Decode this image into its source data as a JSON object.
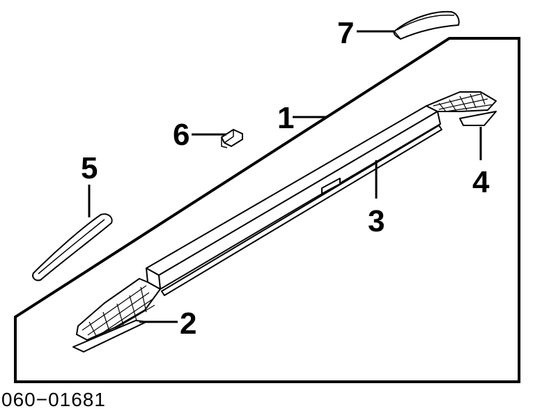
{
  "diagram": {
    "callouts": [
      "1",
      "2",
      "3",
      "4",
      "5",
      "6",
      "7"
    ],
    "reference_code": "060−01681"
  }
}
